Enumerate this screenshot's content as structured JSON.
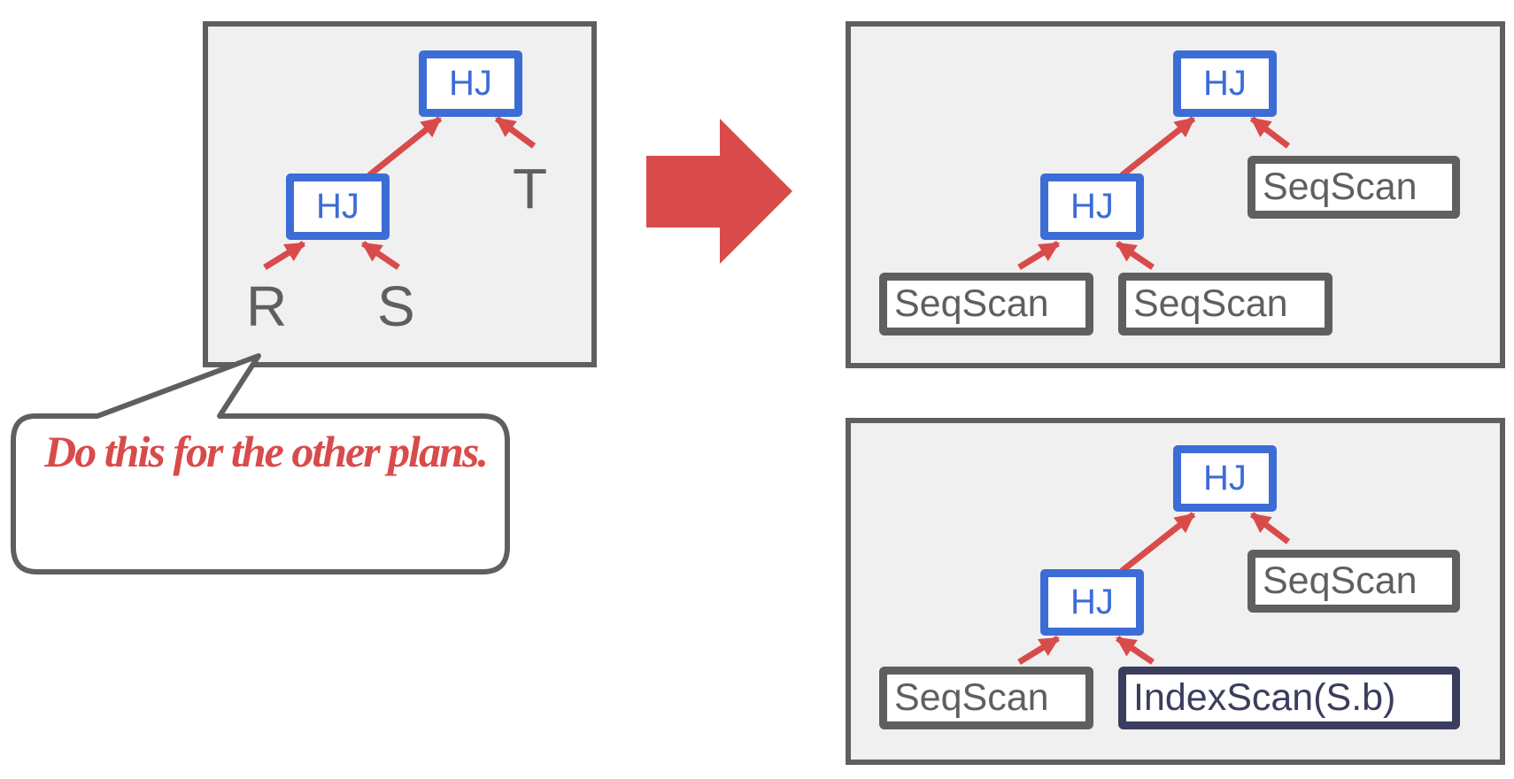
{
  "colors": {
    "panel_fill": "#f0f0f0",
    "panel_border": "#5f5f5f",
    "operator_blue": "#3c6cd6",
    "arrow_red": "#d94b4b",
    "index_scan_border": "#3b3d5e"
  },
  "logical_plan": {
    "top_join": "HJ",
    "bottom_join": "HJ",
    "relations": [
      "R",
      "S",
      "T"
    ]
  },
  "callout": {
    "text": "Do this for the other plans."
  },
  "transform_arrow": {
    "icon": "right-arrow-icon"
  },
  "physical_plan_1": {
    "top_join": "HJ",
    "bottom_join": "HJ",
    "scan_t": "SeqScan",
    "scan_r": "SeqScan",
    "scan_s": "SeqScan"
  },
  "physical_plan_2": {
    "top_join": "HJ",
    "bottom_join": "HJ",
    "scan_t": "SeqScan",
    "scan_r": "SeqScan",
    "scan_s": "IndexScan(S.b)"
  }
}
